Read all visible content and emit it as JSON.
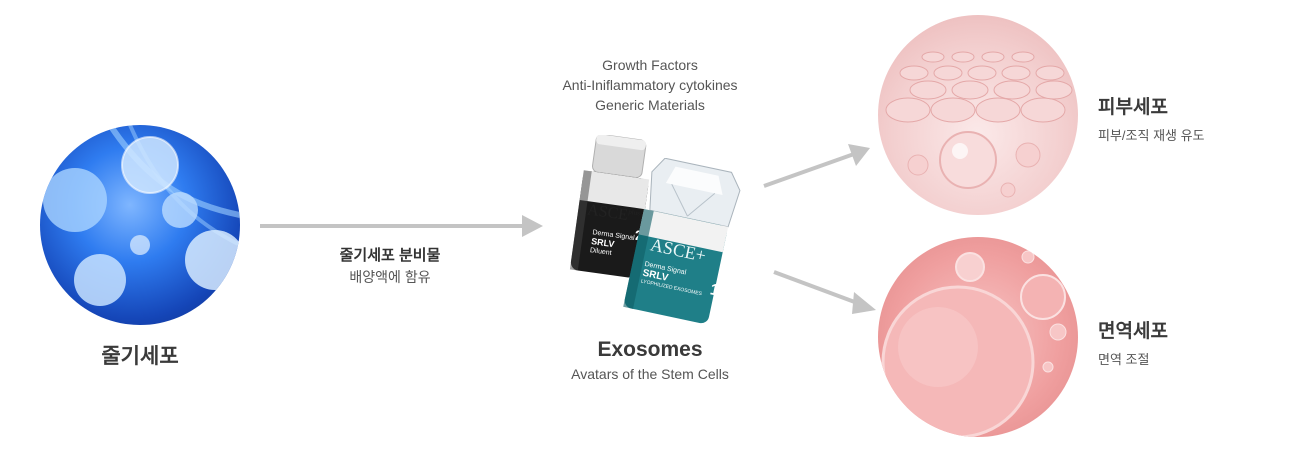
{
  "stem": {
    "label": "줄기세포"
  },
  "middle_arrow": {
    "title": "줄기세포 분비물",
    "subtitle": "배양액에 함유"
  },
  "factors": [
    "Growth Factors",
    "Anti-Iniflammatory cytokines",
    "Generic Materials"
  ],
  "vials": {
    "left": {
      "brand": "ASCE",
      "brand_sup": "plus",
      "line1": "Derma Signal",
      "line2": "SRLV",
      "line3": "Diluent",
      "number": "2"
    },
    "right": {
      "brand": "ASCE+",
      "line1": "Derma Signal",
      "line2": "SRLV",
      "line3": "LYOPHILIZED EXOSOMES",
      "number": "1"
    }
  },
  "exosomes": {
    "title": "Exosomes",
    "subtitle": "Avatars of the Stem Cells"
  },
  "skin": {
    "title": "피부세포",
    "subtitle": "피부/조직 재생 유도"
  },
  "immune": {
    "title": "면역세포",
    "subtitle": "면역 조절"
  },
  "colors": {
    "arrow": "#c4c4c4",
    "stem_blue": "#1f63d8",
    "skin_pink": "#f2c6c6",
    "immune_pink": "#ef9e9e",
    "vial_teal": "#1f7f88"
  }
}
